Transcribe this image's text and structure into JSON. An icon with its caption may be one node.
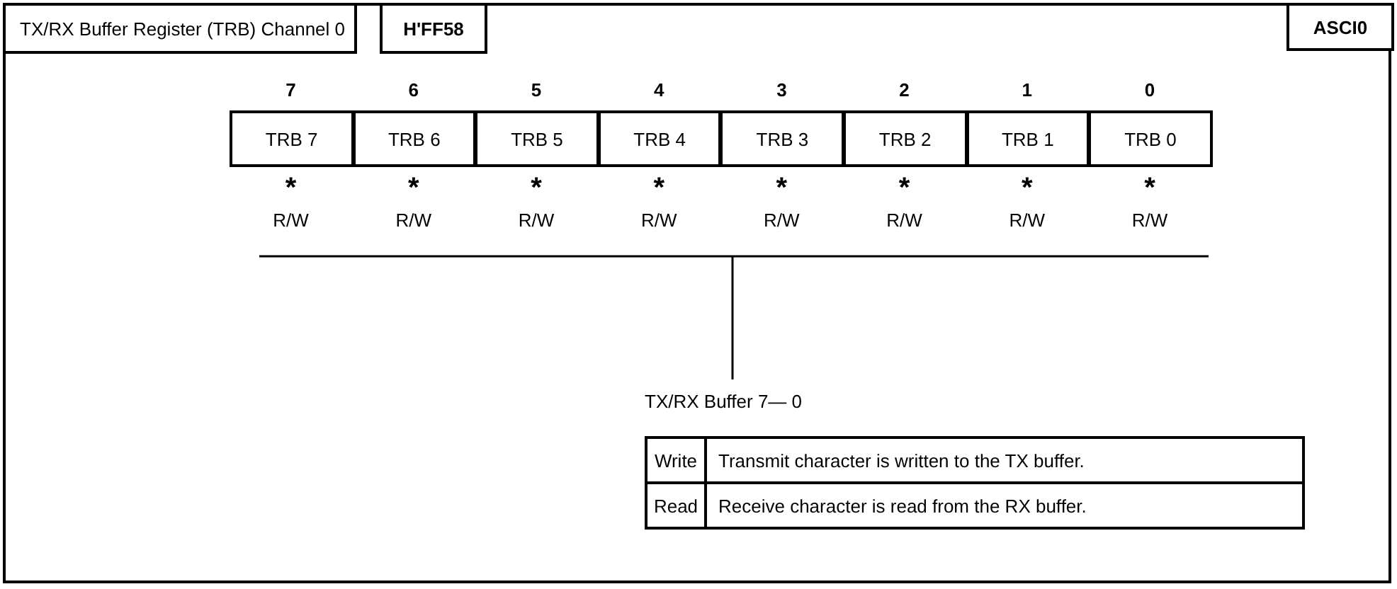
{
  "diagram": {
    "nodes": [
      {
        "text": [
          "TX/RX Buffer Register (TRB)  Channel 0"
        ]
      },
      {
        "text": [
          "H'FF58"
        ]
      },
      {
        "text": [
          "ASCI0"
        ]
      },
      {
        "text": [
          "TRB 7"
        ]
      },
      {
        "text": [
          "TRB 6"
        ]
      },
      {
        "text": [
          "TRB 5"
        ]
      },
      {
        "text": [
          "TRB 4"
        ]
      },
      {
        "text": [
          "TRB 3"
        ]
      },
      {
        "text": [
          "TRB 2"
        ]
      },
      {
        "text": [
          "TRB 1"
        ]
      },
      {
        "text": [
          "TRB 0"
        ]
      }
    ],
    "labels": [
      "7",
      "6",
      "5",
      "4",
      "3",
      "2",
      "1",
      "0",
      "*",
      "*",
      "*",
      "*",
      "*",
      "*",
      "*",
      "*",
      "R/W",
      "R/W",
      "R/W",
      "R/W",
      "R/W",
      "R/W",
      "R/W",
      "R/W",
      "TX/RX Buffer 7— 0",
      "Write",
      "Transmit character is written to the TX buffer.",
      "Read",
      "Receive character is read from the RX buffer."
    ]
  }
}
